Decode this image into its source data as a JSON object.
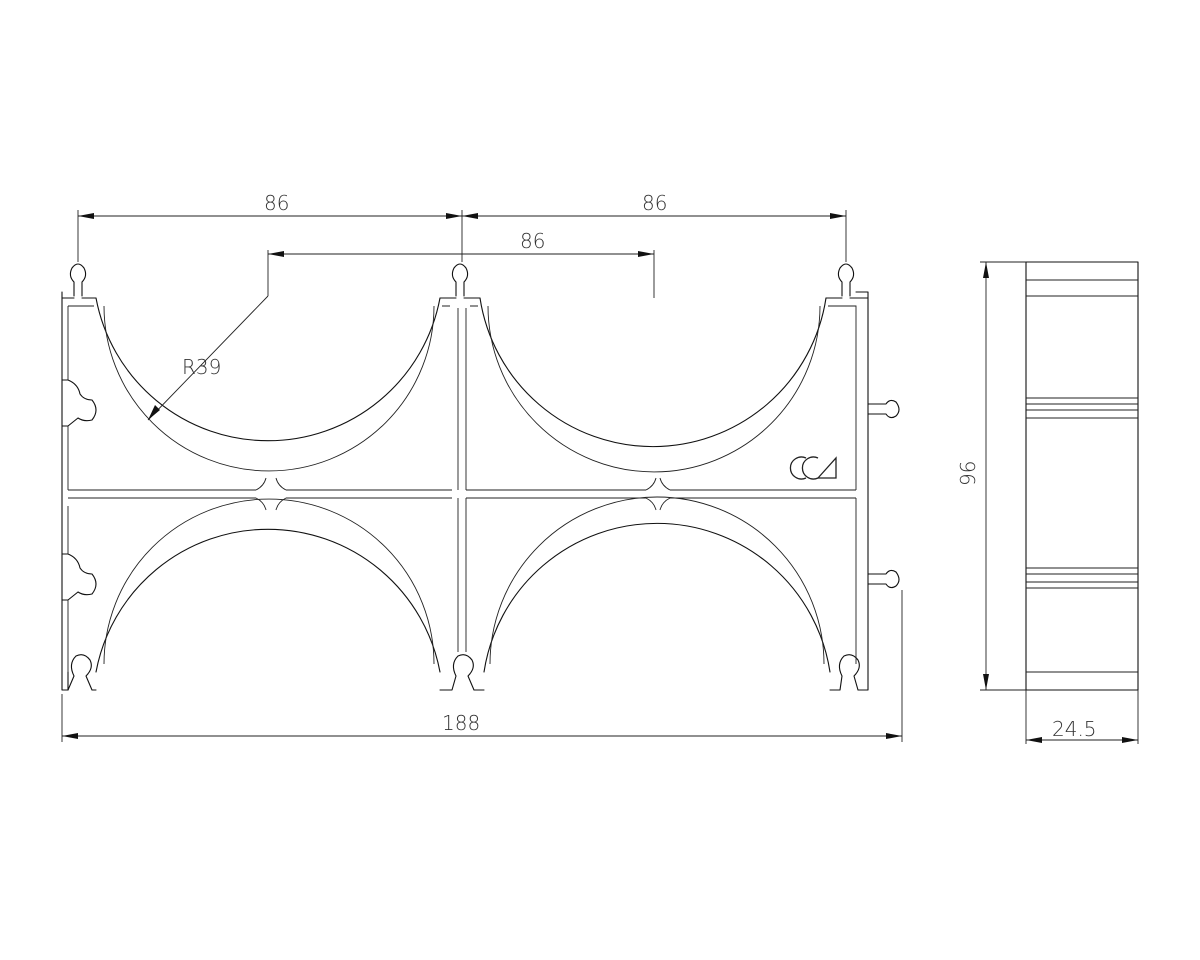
{
  "dimensions": {
    "top_left_span": "86",
    "top_right_span": "86",
    "center_span": "86",
    "radius": "R39",
    "overall_width": "188",
    "height": "96",
    "depth": "24.5"
  },
  "logo": {
    "name": "cca-logo-icon",
    "label": "CCA"
  }
}
